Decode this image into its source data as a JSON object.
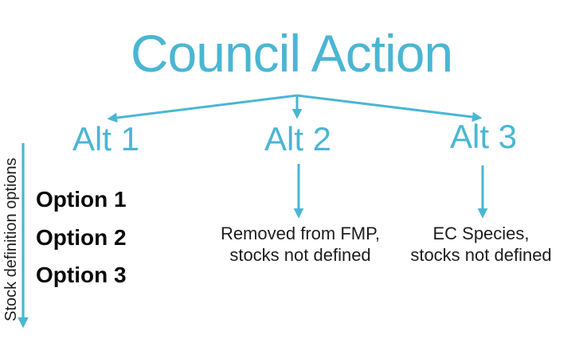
{
  "colors": {
    "accent": "#4ab6d3",
    "body_text": "#1d1d1d",
    "option_text": "#0a0a0a",
    "background": "#ffffff"
  },
  "title": "Council Action",
  "sidebar": {
    "label": "Stock definition options",
    "icon": "down-arrow"
  },
  "branches": {
    "alt1": {
      "label": "Alt 1",
      "options": [
        "Option 1",
        "Option 2",
        "Option 3"
      ]
    },
    "alt2": {
      "label": "Alt 2",
      "lines": [
        "Removed from FMP,",
        "stocks not defined"
      ]
    },
    "alt3": {
      "label": "Alt 3",
      "lines": [
        "EC Species,",
        "stocks not defined"
      ]
    }
  }
}
